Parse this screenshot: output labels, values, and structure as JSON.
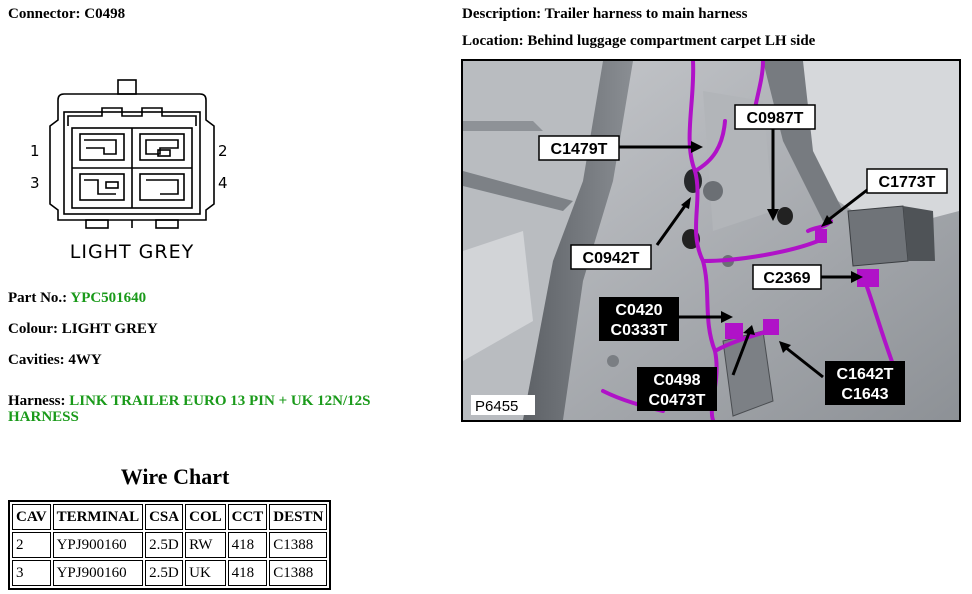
{
  "connector": {
    "label": "Connector:",
    "value": "C0498"
  },
  "description": {
    "label": "Description:",
    "value": "Trailer harness to main harness"
  },
  "location": {
    "label": "Location:",
    "value": "Behind luggage compartment carpet LH side"
  },
  "diagram": {
    "pins": [
      "1",
      "2",
      "3",
      "4"
    ],
    "colour_text": "LIGHT GREY"
  },
  "part_no": {
    "label": "Part No.:",
    "value": "YPC501640"
  },
  "colour": {
    "label": "Colour:",
    "value": "LIGHT GREY"
  },
  "cavities": {
    "label": "Cavities:",
    "value": "4WY"
  },
  "harness": {
    "label": "Harness:",
    "value_line1": "LINK TRAILER EURO 13 PIN + UK 12N/12S",
    "value_line2": "HARNESS"
  },
  "wire_chart": {
    "title": "Wire Chart",
    "headers": [
      "CAV",
      "TERMINAL",
      "CSA",
      "COL",
      "CCT",
      "DESTN"
    ],
    "rows": [
      [
        "2",
        "YPJ900160",
        "2.5D",
        "RW",
        "418",
        "C1388"
      ],
      [
        "3",
        "YPJ900160",
        "2.5D",
        "UK",
        "418",
        "C1388"
      ]
    ]
  },
  "photo": {
    "ref": "P6455",
    "callouts": {
      "c1479t": "C1479T",
      "c0987t": "C0987T",
      "c1773t": "C1773T",
      "c0942t": "C0942T",
      "c2369": "C2369",
      "c0420": "C0420",
      "c0333t": "C0333T",
      "c0498": "C0498",
      "c0473t": "C0473T",
      "c1642t": "C1642T",
      "c1643": "C1643"
    }
  },
  "colors": {
    "green_text": "#1a9a1a",
    "harness_wire": "#b012c8"
  }
}
